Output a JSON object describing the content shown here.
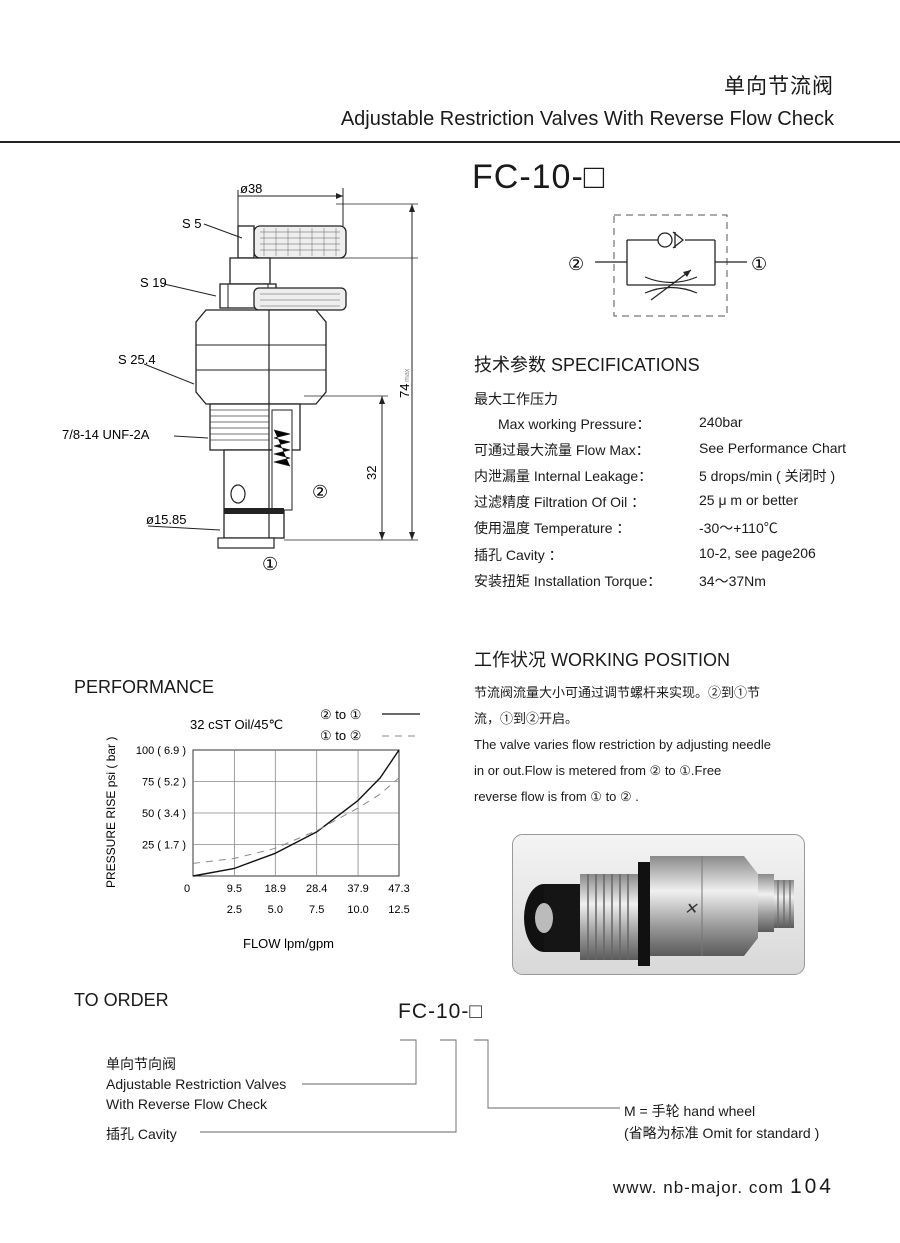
{
  "header": {
    "title_cn": "单向节流阀",
    "title_en": "Adjustable Restriction Valves With Reverse Flow Check"
  },
  "model": "FC-10-□",
  "drawing": {
    "d38": "ø38",
    "s5": "S 5",
    "s19": "S 19",
    "s254": "S 25.4",
    "thread": "7/8-14  UNF-2A",
    "d1585": "ø15.85",
    "dim74": "74",
    "dim74_sub": "max",
    "dim32": "32",
    "port1": "①",
    "port2": "②"
  },
  "symbol": {
    "left_port": "②",
    "right_port": "①"
  },
  "specs": {
    "heading": "技术参数 SPECIFICATIONS",
    "rows": [
      {
        "label": "最大工作压力",
        "value": ""
      },
      {
        "label": "Max working Pressure：",
        "value": "240bar"
      },
      {
        "label": "可通过最大流量 Flow Max：",
        "value": "See Performance Chart"
      },
      {
        "label": "内泄漏量 Internal Leakage：",
        "value": "5 drops/min ( 关闭时 )"
      },
      {
        "label": "过滤精度 Filtration Of Oil ：",
        "value": "25 μ m or better"
      },
      {
        "label": "使用温度 Temperature ：",
        "value": "-30～+110℃"
      },
      {
        "label": "插孔 Cavity ：",
        "value": "10-2, see page206"
      },
      {
        "label": "安装扭矩 Installation Torque：",
        "value": "34～37Nm"
      }
    ]
  },
  "working": {
    "heading": "工作状况 WORKING POSITION",
    "cn_line1": "节流阀流量大小可通过调节螺杆来实现。②到①节",
    "cn_line2": "流，①到②开启。",
    "en_line1": "The valve varies flow restriction by adjusting needle",
    "en_line2": "in or out.Flow is metered from ② to ①.Free",
    "en_line3": "reverse flow is from ① to ② ."
  },
  "performance": {
    "heading": "PERFORMANCE"
  },
  "chart_data": {
    "type": "line",
    "title": "32 cST Oil/45℃",
    "xlabel": "FLOW  lpm/gpm",
    "ylabel": "PRESSURE RISE psi ( bar )",
    "x_ticks_lpm": [
      "9.5",
      "18.9",
      "28.4",
      "37.9",
      "47.3"
    ],
    "x_ticks_gpm": [
      "2.5",
      "5.0",
      "7.5",
      "10.0",
      "12.5"
    ],
    "x_origin": "0",
    "y_ticks": [
      "25 ( 1.7 )",
      "50 ( 3.4 )",
      "75 ( 5.2 )",
      "100 ( 6.9 )"
    ],
    "xlim": [
      0,
      47.3
    ],
    "ylim": [
      0,
      100
    ],
    "grid": true,
    "series": [
      {
        "name": "② to ①",
        "style": "solid",
        "x": [
          0,
          9.5,
          18.9,
          28.4,
          37.9,
          43,
          47.3
        ],
        "y": [
          0,
          6,
          18,
          35,
          60,
          78,
          100
        ]
      },
      {
        "name": "① to ②",
        "style": "dashed",
        "x": [
          0,
          9.5,
          18.9,
          28.4,
          37.9,
          43,
          47.3
        ],
        "y": [
          10,
          14,
          22,
          36,
          54,
          65,
          78
        ]
      }
    ]
  },
  "order": {
    "heading": "TO ORDER",
    "model": "FC-10-□",
    "name_cn": "单向节向阀",
    "name_en1": "Adjustable Restriction Valves",
    "name_en2": "With Reverse Flow Check",
    "cavity": "插孔 Cavity",
    "option1": "M = 手轮  hand wheel",
    "option2": "(省略为标准  Omit for standard )"
  },
  "footer": {
    "url": "www. nb-major. com",
    "page": "104"
  }
}
